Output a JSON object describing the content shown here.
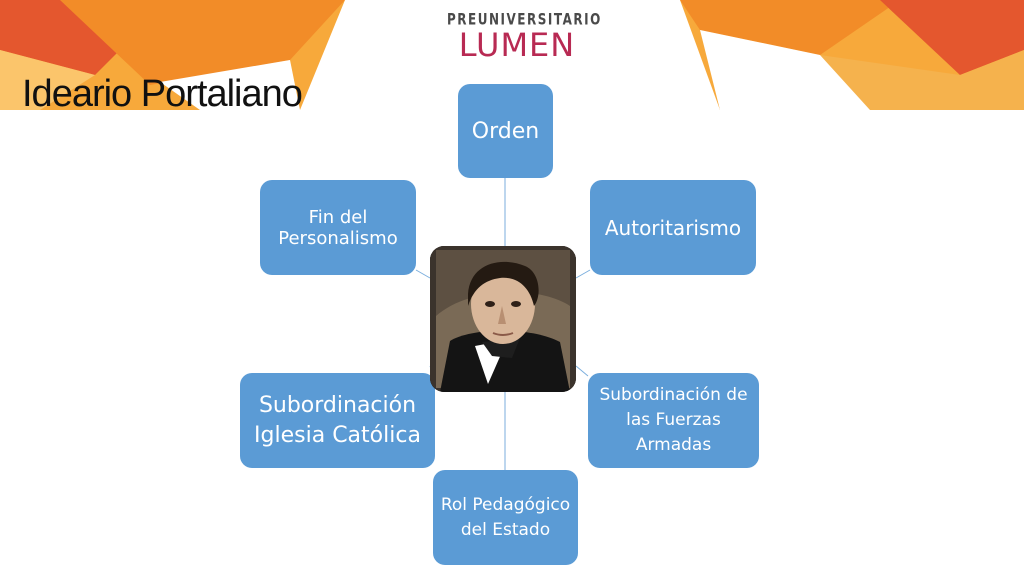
{
  "logo": {
    "top": "PREUNIVERSITARIO",
    "main": "LUMEN"
  },
  "title": "Ideario Portaliano",
  "nodes": {
    "orden": "Orden",
    "autoritarismo": "Autoritarismo",
    "fin_personalismo": "Fin del Personalismo",
    "subordinacion_iglesia": "Subordinación Iglesia Católica",
    "subordinacion_ffaa": "Subordinación de las Fuerzas Armadas",
    "rol_pedagogico": "Rol Pedagógico del Estado"
  },
  "colors": {
    "node": "#5b9bd5",
    "orange": "#f28c28",
    "dark_orange": "#e4572e",
    "brand": "#b82a53"
  }
}
